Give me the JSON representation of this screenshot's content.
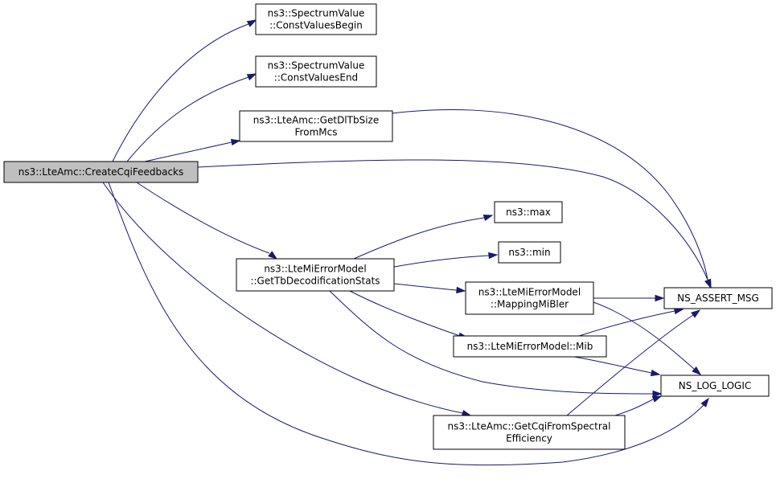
{
  "graph": {
    "colors": {
      "edge": "#191970",
      "node_fill": "#ffffff",
      "root_fill": "#bfbfbf",
      "node_border": "#000000"
    },
    "nodes": [
      {
        "id": "create",
        "lines": [
          "ns3::LteAmc::CreateCqiFeedbacks"
        ],
        "root": true
      },
      {
        "id": "cvbegin",
        "lines": [
          "ns3::SpectrumValue",
          "::ConstValuesBegin"
        ]
      },
      {
        "id": "cvend",
        "lines": [
          "ns3::SpectrumValue",
          "::ConstValuesEnd"
        ]
      },
      {
        "id": "getdl",
        "lines": [
          "ns3::LteAmc::GetDlTbSize",
          "FromMcs"
        ]
      },
      {
        "id": "max",
        "lines": [
          "ns3::max"
        ]
      },
      {
        "id": "min",
        "lines": [
          "ns3::min"
        ]
      },
      {
        "id": "gettb",
        "lines": [
          "ns3::LteMiErrorModel",
          "::GetTbDecodificationStats"
        ]
      },
      {
        "id": "mapping",
        "lines": [
          "ns3::LteMiErrorModel",
          "::MappingMiBler"
        ]
      },
      {
        "id": "assert",
        "lines": [
          "NS_ASSERT_MSG"
        ]
      },
      {
        "id": "mib",
        "lines": [
          "ns3::LteMiErrorModel::Mib"
        ]
      },
      {
        "id": "logic",
        "lines": [
          "NS_LOG_LOGIC"
        ]
      },
      {
        "id": "getcqi",
        "lines": [
          "ns3::LteAmc::GetCqiFromSpectral",
          "Efficiency"
        ]
      }
    ],
    "edges": [
      {
        "from": "create",
        "to": "cvbegin"
      },
      {
        "from": "create",
        "to": "cvend"
      },
      {
        "from": "create",
        "to": "getdl"
      },
      {
        "from": "create",
        "to": "assert"
      },
      {
        "from": "create",
        "to": "gettb"
      },
      {
        "from": "create",
        "to": "getcqi"
      },
      {
        "from": "create",
        "to": "logic"
      },
      {
        "from": "getdl",
        "to": "assert"
      },
      {
        "from": "gettb",
        "to": "max"
      },
      {
        "from": "gettb",
        "to": "min"
      },
      {
        "from": "gettb",
        "to": "mapping"
      },
      {
        "from": "gettb",
        "to": "mib"
      },
      {
        "from": "gettb",
        "to": "logic"
      },
      {
        "from": "mapping",
        "to": "assert"
      },
      {
        "from": "mapping",
        "to": "logic"
      },
      {
        "from": "mib",
        "to": "assert"
      },
      {
        "from": "mib",
        "to": "logic"
      },
      {
        "from": "getcqi",
        "to": "assert"
      },
      {
        "from": "getcqi",
        "to": "logic"
      }
    ]
  }
}
